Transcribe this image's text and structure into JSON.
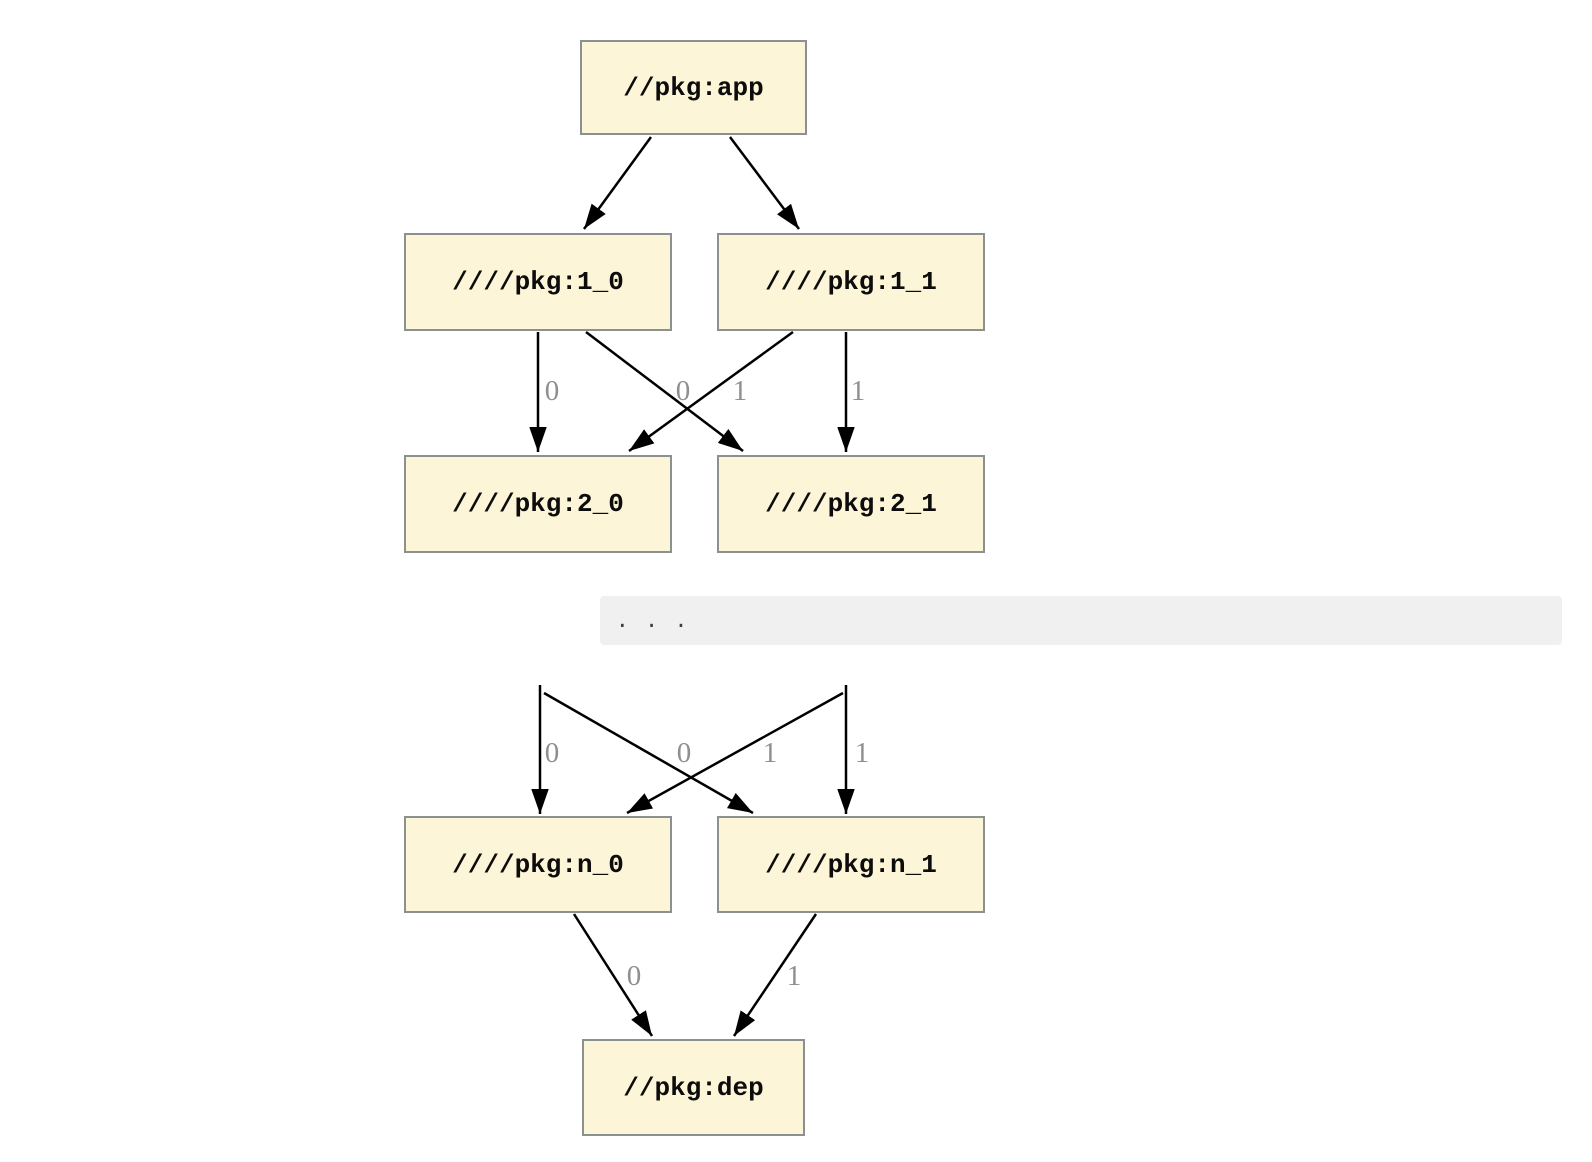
{
  "colors": {
    "background": "#ffffff",
    "node_fill": "#fdf5d8",
    "node_border": "#8b9190",
    "node_text": "#0c0c0c",
    "edge_stroke": "#000000",
    "edge_label": "#8f8f8f",
    "separator_bg": "#f0f0f0",
    "separator_text": "#3d3d3d"
  },
  "graph": {
    "top": {
      "nodes": [
        {
          "id": "app",
          "label": "//pkg:app"
        },
        {
          "id": "1_0",
          "label": "////pkg:1_0"
        },
        {
          "id": "1_1",
          "label": "////pkg:1_1"
        },
        {
          "id": "2_0",
          "label": "////pkg:2_0"
        },
        {
          "id": "2_1",
          "label": "////pkg:2_1"
        }
      ],
      "edges": [
        {
          "from": "//pkg:app",
          "to": "////pkg:1_0",
          "label": ""
        },
        {
          "from": "//pkg:app",
          "to": "////pkg:1_1",
          "label": ""
        },
        {
          "from": "////pkg:1_0",
          "to": "////pkg:2_0",
          "label": "0"
        },
        {
          "from": "////pkg:1_1",
          "to": "////pkg:2_0",
          "label": "0"
        },
        {
          "from": "////pkg:1_0",
          "to": "////pkg:2_1",
          "label": "1"
        },
        {
          "from": "////pkg:1_1",
          "to": "////pkg:2_1",
          "label": "1"
        }
      ]
    },
    "separator": {
      "text": ". . ."
    },
    "bottom": {
      "nodes": [
        {
          "id": "n_0",
          "label": "////pkg:n_0"
        },
        {
          "id": "n_1",
          "label": "////pkg:n_1"
        },
        {
          "id": "dep",
          "label": "//pkg:dep"
        }
      ],
      "edges": [
        {
          "to": "////pkg:n_0",
          "label": "0"
        },
        {
          "to": "////pkg:n_1",
          "label": "1"
        },
        {
          "to": "////pkg:n_0",
          "label": "0"
        },
        {
          "to": "////pkg:n_1",
          "label": "1"
        },
        {
          "from": "////pkg:n_0",
          "to": "//pkg:dep",
          "label": "0"
        },
        {
          "from": "////pkg:n_1",
          "to": "//pkg:dep",
          "label": "1"
        }
      ]
    }
  }
}
